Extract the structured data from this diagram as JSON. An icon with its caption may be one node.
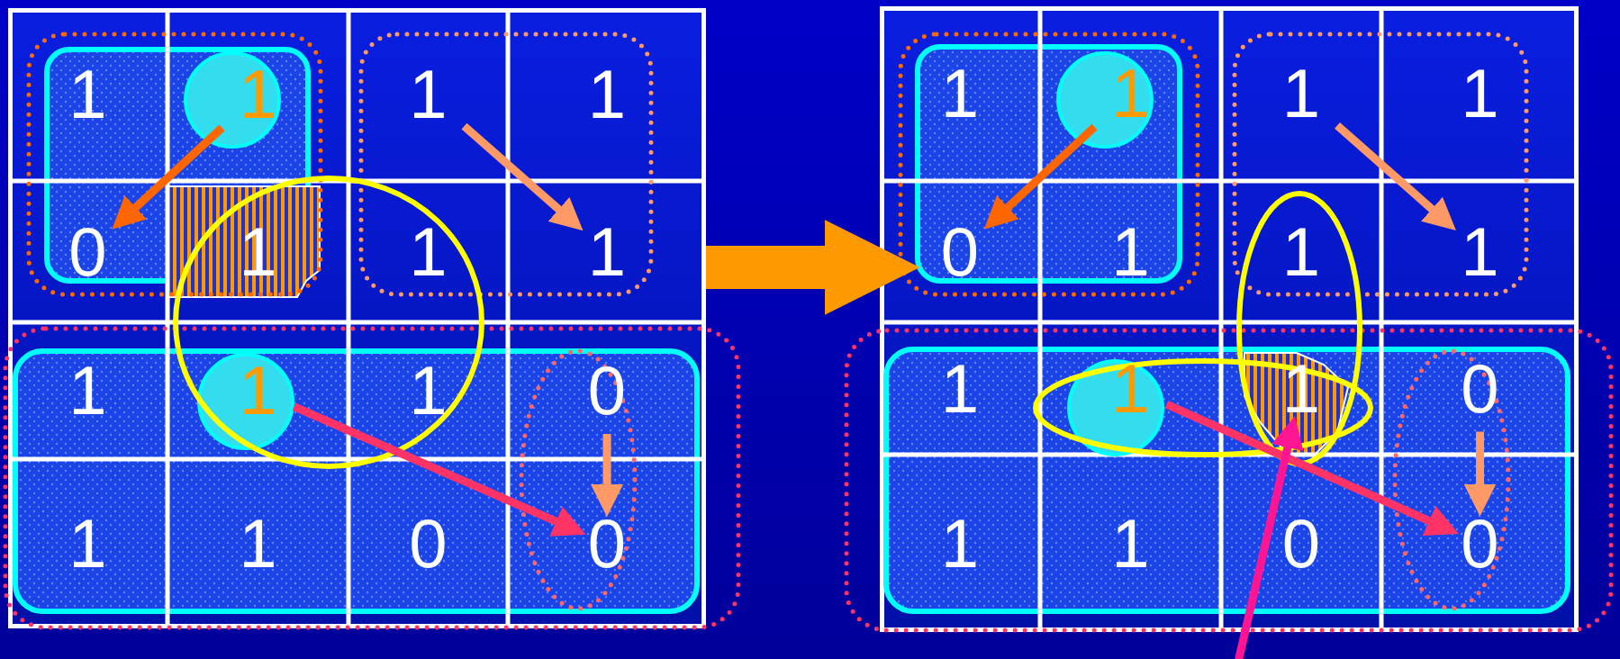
{
  "diagram": {
    "nodes": [
      {
        "text": [],
        "shape": "box"
      },
      {
        "text": [
          "1"
        ],
        "in": 0
      },
      {
        "text": [
          "1"
        ],
        "in": 0
      },
      {
        "text": [
          "1"
        ],
        "in": 0
      },
      {
        "text": [
          "1"
        ],
        "in": 0
      },
      {
        "text": [
          "0"
        ],
        "in": 0
      },
      {
        "text": [
          "1"
        ],
        "in": 0
      },
      {
        "text": [
          "1"
        ],
        "in": 0
      },
      {
        "text": [
          "1"
        ],
        "in": 0
      },
      {
        "text": [
          "1"
        ],
        "in": 0
      },
      {
        "text": [
          "1"
        ],
        "in": 0
      },
      {
        "text": [
          "1"
        ],
        "in": 0
      },
      {
        "text": [
          "0"
        ],
        "in": 0
      },
      {
        "text": [
          "1"
        ],
        "in": 0
      },
      {
        "text": [
          "1"
        ],
        "in": 0
      },
      {
        "text": [
          "0"
        ],
        "in": 0
      },
      {
        "text": [
          "0"
        ],
        "in": 0
      },
      {
        "text": [],
        "shape": "box"
      },
      {
        "text": [
          "1"
        ],
        "in": 17
      },
      {
        "text": [
          "1"
        ],
        "in": 17
      },
      {
        "text": [
          "1"
        ],
        "in": 17
      },
      {
        "text": [
          "1"
        ],
        "in": 17
      },
      {
        "text": [
          "0"
        ],
        "in": 17
      },
      {
        "text": [
          "1"
        ],
        "in": 17
      },
      {
        "text": [
          "1"
        ],
        "in": 17
      },
      {
        "text": [
          "1"
        ],
        "in": 17
      },
      {
        "text": [
          "1"
        ],
        "in": 17
      },
      {
        "text": [
          "1"
        ],
        "in": 17
      },
      {
        "text": [
          "1"
        ],
        "in": 17
      },
      {
        "text": [
          "0"
        ],
        "in": 17
      },
      {
        "text": [
          "1"
        ],
        "in": 17
      },
      {
        "text": [
          "1"
        ],
        "in": 17
      },
      {
        "text": [
          "0"
        ],
        "in": 17
      },
      {
        "text": [
          "0"
        ],
        "in": 17
      }
    ],
    "edges": [
      {
        "from": 2,
        "to": 5,
        "arrow": "to",
        "color": "#ff6600"
      },
      {
        "from": 3,
        "to": 8,
        "arrow": "to",
        "color": "#ff9966"
      },
      {
        "from": 10,
        "to": 16,
        "arrow": "to",
        "color": "#ff3366"
      },
      {
        "from": 12,
        "to": 16,
        "arrow": "to",
        "color": "#ff9966"
      },
      {
        "from": 0,
        "to": 17,
        "arrow": "to",
        "style": "thick",
        "color": "#ff9900"
      },
      {
        "from": 19,
        "to": 22,
        "arrow": "to",
        "color": "#ff6600"
      },
      {
        "from": 20,
        "to": 25,
        "arrow": "to",
        "color": "#ff9966"
      },
      {
        "from": 27,
        "to": 33,
        "arrow": "to",
        "color": "#ff3366"
      },
      {
        "from": 29,
        "to": 33,
        "arrow": "to",
        "color": "#ff9966"
      },
      {
        "from": null,
        "to": 28,
        "arrow": "to",
        "color": "#ff1493"
      }
    ]
  }
}
